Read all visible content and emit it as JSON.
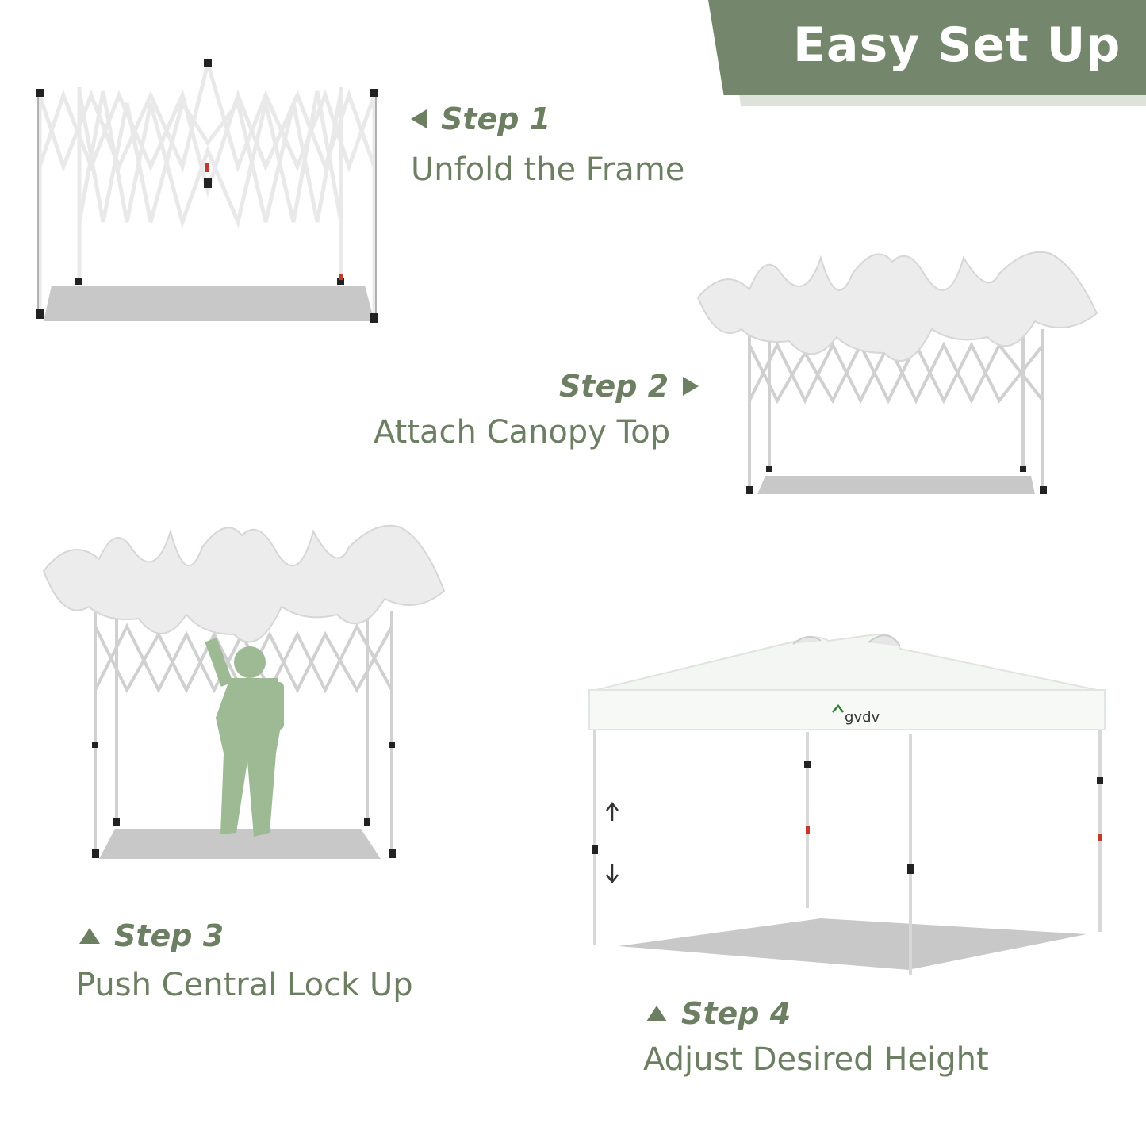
{
  "banner": {
    "title": "Easy Set Up"
  },
  "steps": [
    {
      "label": "Step 1",
      "desc": "Unfold the Frame",
      "arrow": "triangle-left-icon"
    },
    {
      "label": "Step 2",
      "desc": "Attach Canopy Top",
      "arrow": "triangle-right-icon"
    },
    {
      "label": "Step 3",
      "desc": "Push Central Lock Up",
      "arrow": "triangle-up-icon"
    },
    {
      "label": "Step 4",
      "desc": "Adjust Desired Height",
      "arrow": "triangle-up-icon"
    }
  ],
  "brand": {
    "logo_text": "gvdv"
  },
  "colors": {
    "accent": "#74866b",
    "text": "#6d7f63",
    "person": "#9dba95",
    "shadow": "#c8c8c8"
  }
}
